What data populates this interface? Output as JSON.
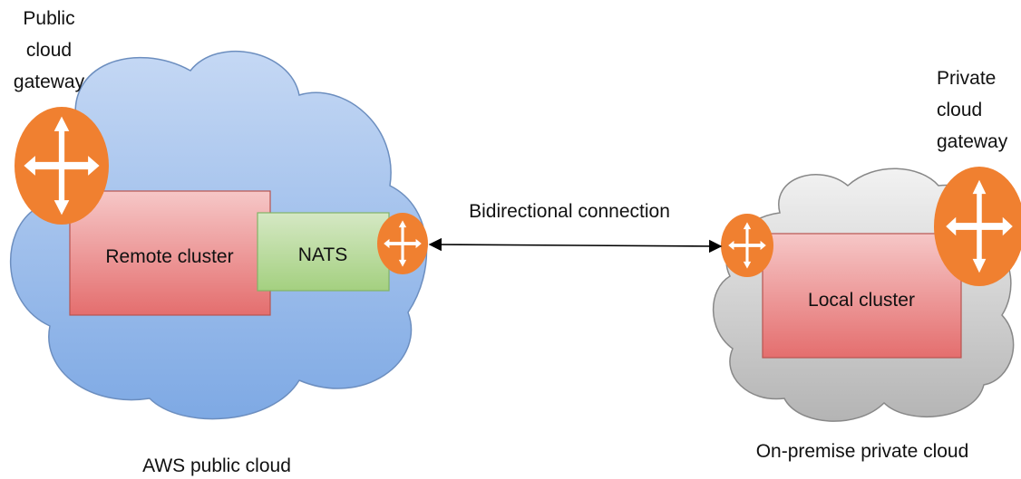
{
  "colors": {
    "public_cloud_fill_top": "#c5d8f4",
    "public_cloud_fill_bottom": "#7ea9e4",
    "public_cloud_stroke": "#6c8ebf",
    "private_cloud_fill_top": "#f2f2f2",
    "private_cloud_fill_bottom": "#b4b4b4",
    "private_cloud_stroke": "#888888",
    "cluster_fill_top": "#f6c7c7",
    "cluster_fill_bottom": "#e46e6e",
    "cluster_stroke": "#b85450",
    "nats_fill_top": "#d5e8c4",
    "nats_fill_bottom": "#a4d080",
    "nats_stroke": "#82b366",
    "router_fill": "#f08030",
    "router_arrow": "#ffffff",
    "connector": "#000000"
  },
  "icons": {
    "router": "router-icon",
    "connection": "double-headed-arrow"
  },
  "public_cloud": {
    "name": "AWS public cloud",
    "gateway_label": [
      "Public",
      "cloud",
      "gateway"
    ],
    "remote_cluster": "Remote cluster",
    "nats": "NATS"
  },
  "private_cloud": {
    "name": "On-premise private cloud",
    "gateway_label": [
      "Private",
      "cloud",
      "gateway"
    ],
    "local_cluster": "Local cluster"
  },
  "connection": {
    "label": "Bidirectional connection"
  }
}
